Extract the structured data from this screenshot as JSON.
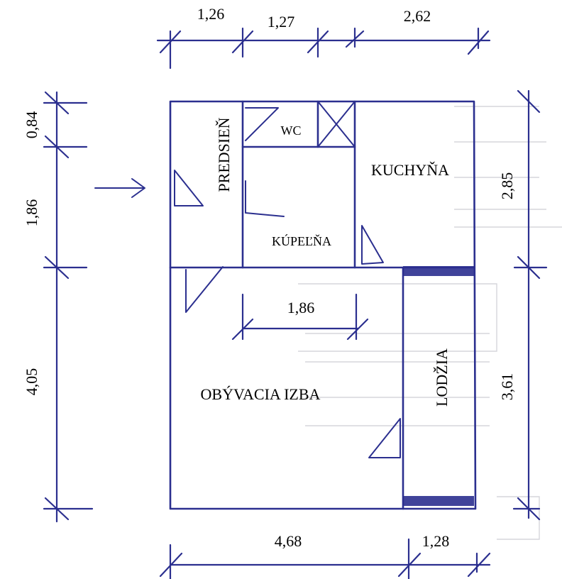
{
  "rooms": {
    "predsien": "PREDSIEŇ",
    "wc": "WC",
    "kuchyna": "KUCHYŇA",
    "kupelna": "KÚPEĽŇA",
    "obyvacia": "OBÝVACIA IZBA",
    "lodzia": "LODŽIA"
  },
  "dimensions": {
    "top": [
      "1,26",
      "1,27",
      "2,62"
    ],
    "left": [
      "0,84",
      "1,86",
      "4,05"
    ],
    "right": [
      "2,85",
      "3,61"
    ],
    "bottom": [
      "4,68",
      "1,28"
    ],
    "inner": "1,86"
  },
  "colors": {
    "ink": "#2b2f8f",
    "text": "#000000"
  }
}
